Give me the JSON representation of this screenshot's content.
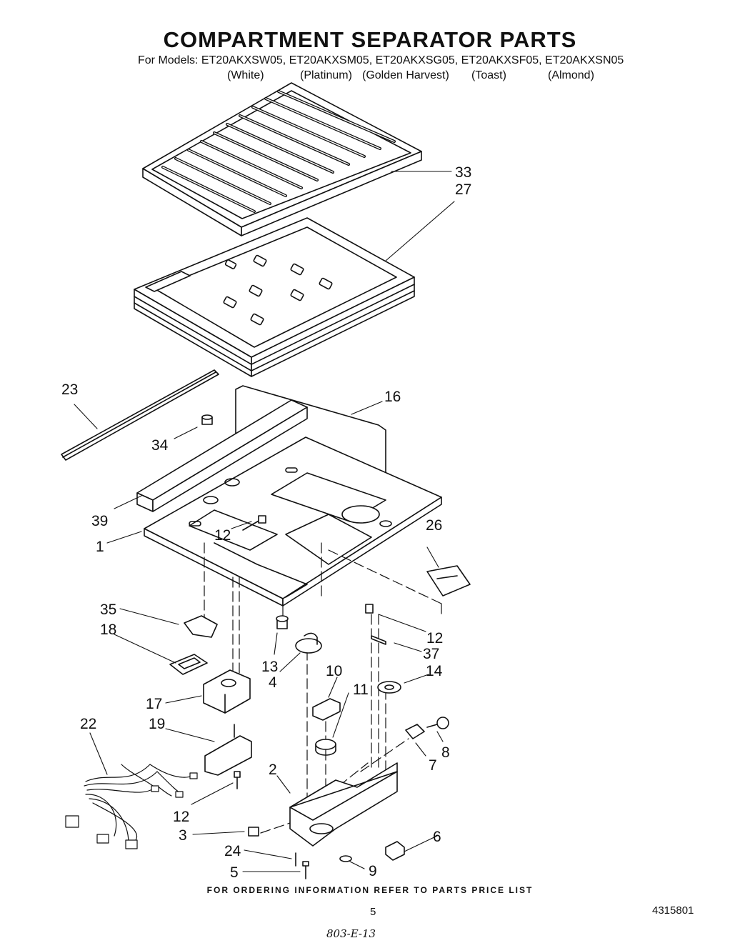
{
  "header": {
    "title": "COMPARTMENT SEPARATOR PARTS",
    "models_line": "For Models:  ET20AKXSW05, ET20AKXSM05, ET20AKXSG05, ET20AKXSF05, ET20AKXSN05",
    "colors": [
      "(White)",
      "(Platinum)",
      "(Golden Harvest)",
      "(Toast)",
      "(Almond)"
    ]
  },
  "callouts": {
    "c33": "33",
    "c27": "27",
    "c23": "23",
    "c16": "16",
    "c34": "34",
    "c39": "39",
    "c12a": "12",
    "c1": "1",
    "c26": "26",
    "c35": "35",
    "c18": "18",
    "c12b": "12",
    "c13": "13",
    "c37": "37",
    "c4": "4",
    "c10": "10",
    "c14": "14",
    "c11": "11",
    "c17": "17",
    "c22": "22",
    "c19": "19",
    "c8": "8",
    "c7": "7",
    "c2": "2",
    "c12c": "12",
    "c3": "3",
    "c6": "6",
    "c24": "24",
    "c9": "9",
    "c5": "5"
  },
  "footer": {
    "ordering_note": "FOR ORDERING INFORMATION REFER TO PARTS PRICE LIST",
    "page_number": "5",
    "document_number": "4315801",
    "handwritten_note": "803-E-13"
  }
}
